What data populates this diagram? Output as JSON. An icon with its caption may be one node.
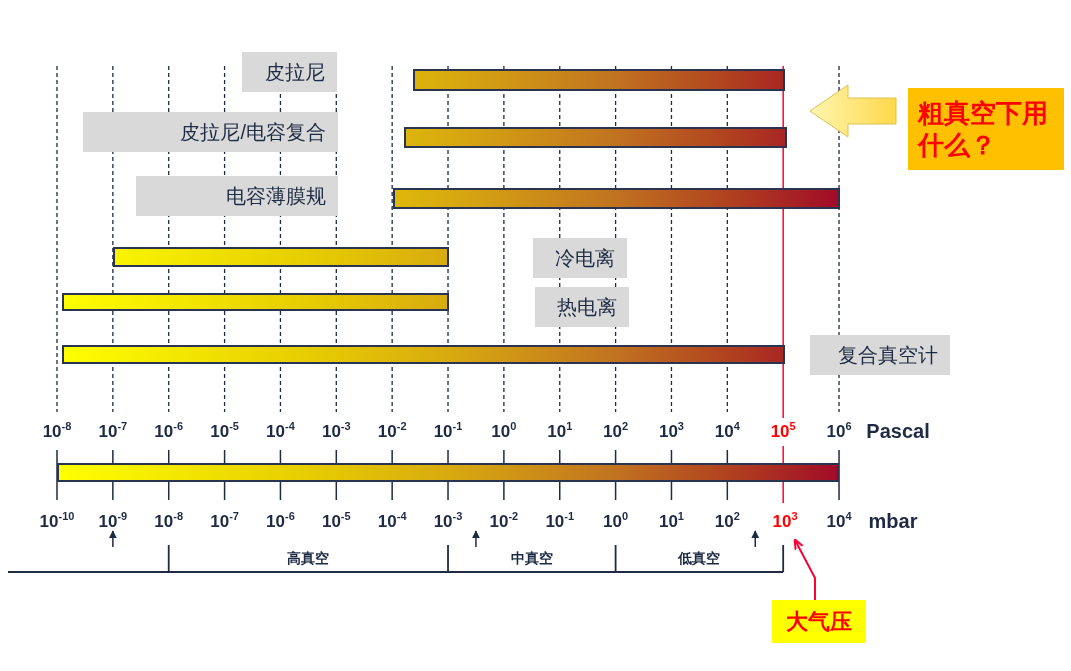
{
  "diagram": {
    "nodes": [
      {
        "text": [
          "皮拉尼"
        ]
      },
      {
        "text": [
          "皮拉尼/电容复合"
        ]
      },
      {
        "text": [
          "电容薄膜规"
        ]
      },
      {
        "text": [
          "冷电离"
        ]
      },
      {
        "text": [
          "热电离"
        ]
      },
      {
        "text": [
          "复合真空计"
        ]
      },
      {
        "text": [
          "粗真空下用什么？"
        ]
      },
      {
        "text": [
          "大气压"
        ]
      },
      {
        "text": [
          "10$^{3}$"
        ]
      },
      {
        "text": [],
        "shape": "bar"
      },
      {
        "text": [],
        "shape": "bar"
      },
      {
        "text": [],
        "shape": "bar"
      },
      {
        "text": [],
        "shape": "bar"
      },
      {
        "text": [],
        "shape": "bar"
      },
      {
        "text": [],
        "shape": "bar"
      },
      {
        "text": [],
        "shape": "bar"
      }
    ],
    "edges": [
      {
        "from": 6,
        "to": null,
        "arrow": "to",
        "style": "thick",
        "color": "#ffe680"
      },
      {
        "from": 7,
        "to": 8,
        "arrow": "to",
        "color": "#ff0033"
      }
    ],
    "labels": [
      "10$^{-8}$",
      "10$^{-7}$",
      "10$^{-6}$",
      "10$^{-5}$",
      "10$^{-4}$",
      "10$^{-3}$",
      "10$^{-2}$",
      "10$^{-1}$",
      "10$^{0}$",
      "10$^{1}$",
      "10$^{2}$",
      "10$^{3}$",
      "10$^{4}$",
      "10$^{5}$",
      "10$^{6}$",
      "Pascal",
      "10$^{-10}$",
      "10$^{-9}$",
      "10$^{-8}$",
      "10$^{-7}$",
      "10$^{-6}$",
      "10$^{-5}$",
      "10$^{-4}$",
      "10$^{-3}$",
      "10$^{-2}$",
      "10$^{-1}$",
      "10$^{0}$",
      "10$^{1}$",
      "10$^{2}$",
      "10$^{4}$",
      "mbar",
      "高真空",
      "中真空",
      "低真空"
    ]
  }
}
